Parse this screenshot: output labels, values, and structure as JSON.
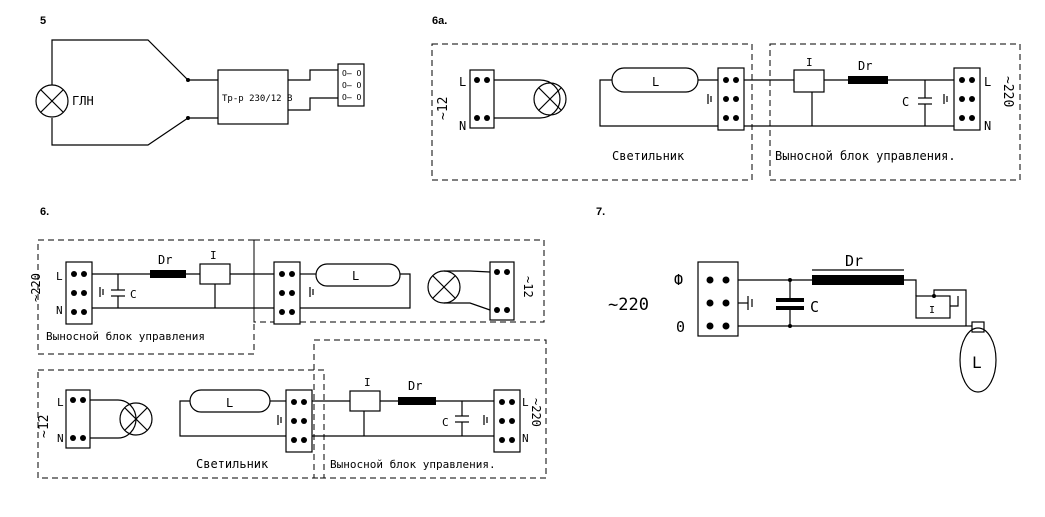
{
  "fig5": {
    "label": "5",
    "lamp": "ГЛН",
    "transformer": "Тр-р 230/12 В"
  },
  "fig6a": {
    "label": "6а.",
    "voltage_low": "~12",
    "phase": "L",
    "neutral": "N",
    "lamp": "L",
    "driver": "I",
    "choke": "Dr",
    "cap": "C",
    "voltage_high": "~220",
    "luminaire": "Светильник",
    "remote_block": "Выносной блок управления."
  },
  "fig6b": {
    "label": "6.",
    "voltage_high": "~220",
    "phase": "L",
    "neutral": "N",
    "choke": "Dr",
    "driver": "I",
    "cap": "C",
    "lamp": "L",
    "voltage_low": "~12",
    "remote_block_top": "Выносной блок управления",
    "luminaire": "Светильник",
    "remote_block_bottom": "Выносной блок управления."
  },
  "fig7": {
    "label": "7.",
    "phase": "Ф",
    "voltage": "~220",
    "neutral": "0",
    "choke": "Dr",
    "cap": "C",
    "ignitor": "I",
    "lamp": "L"
  }
}
